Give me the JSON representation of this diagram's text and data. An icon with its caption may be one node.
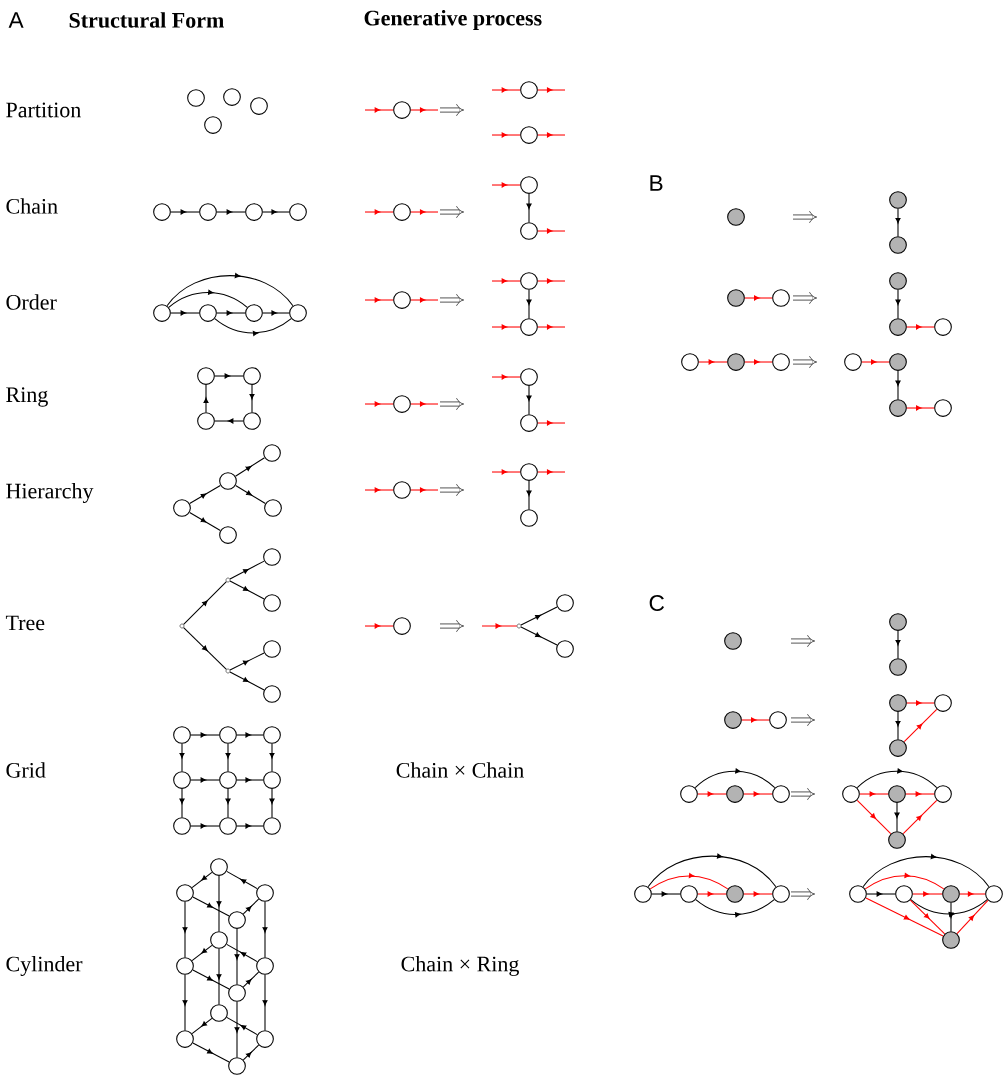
{
  "diagram": {
    "labels": [
      "A",
      "Structural Form",
      "Generative process",
      "Partition",
      "B",
      "Chain",
      "Order",
      "Ring",
      "Hierarchy",
      "C",
      "Tree",
      "Grid",
      "Chain × Chain",
      "Cylinder",
      "Chain × Ring"
    ]
  }
}
